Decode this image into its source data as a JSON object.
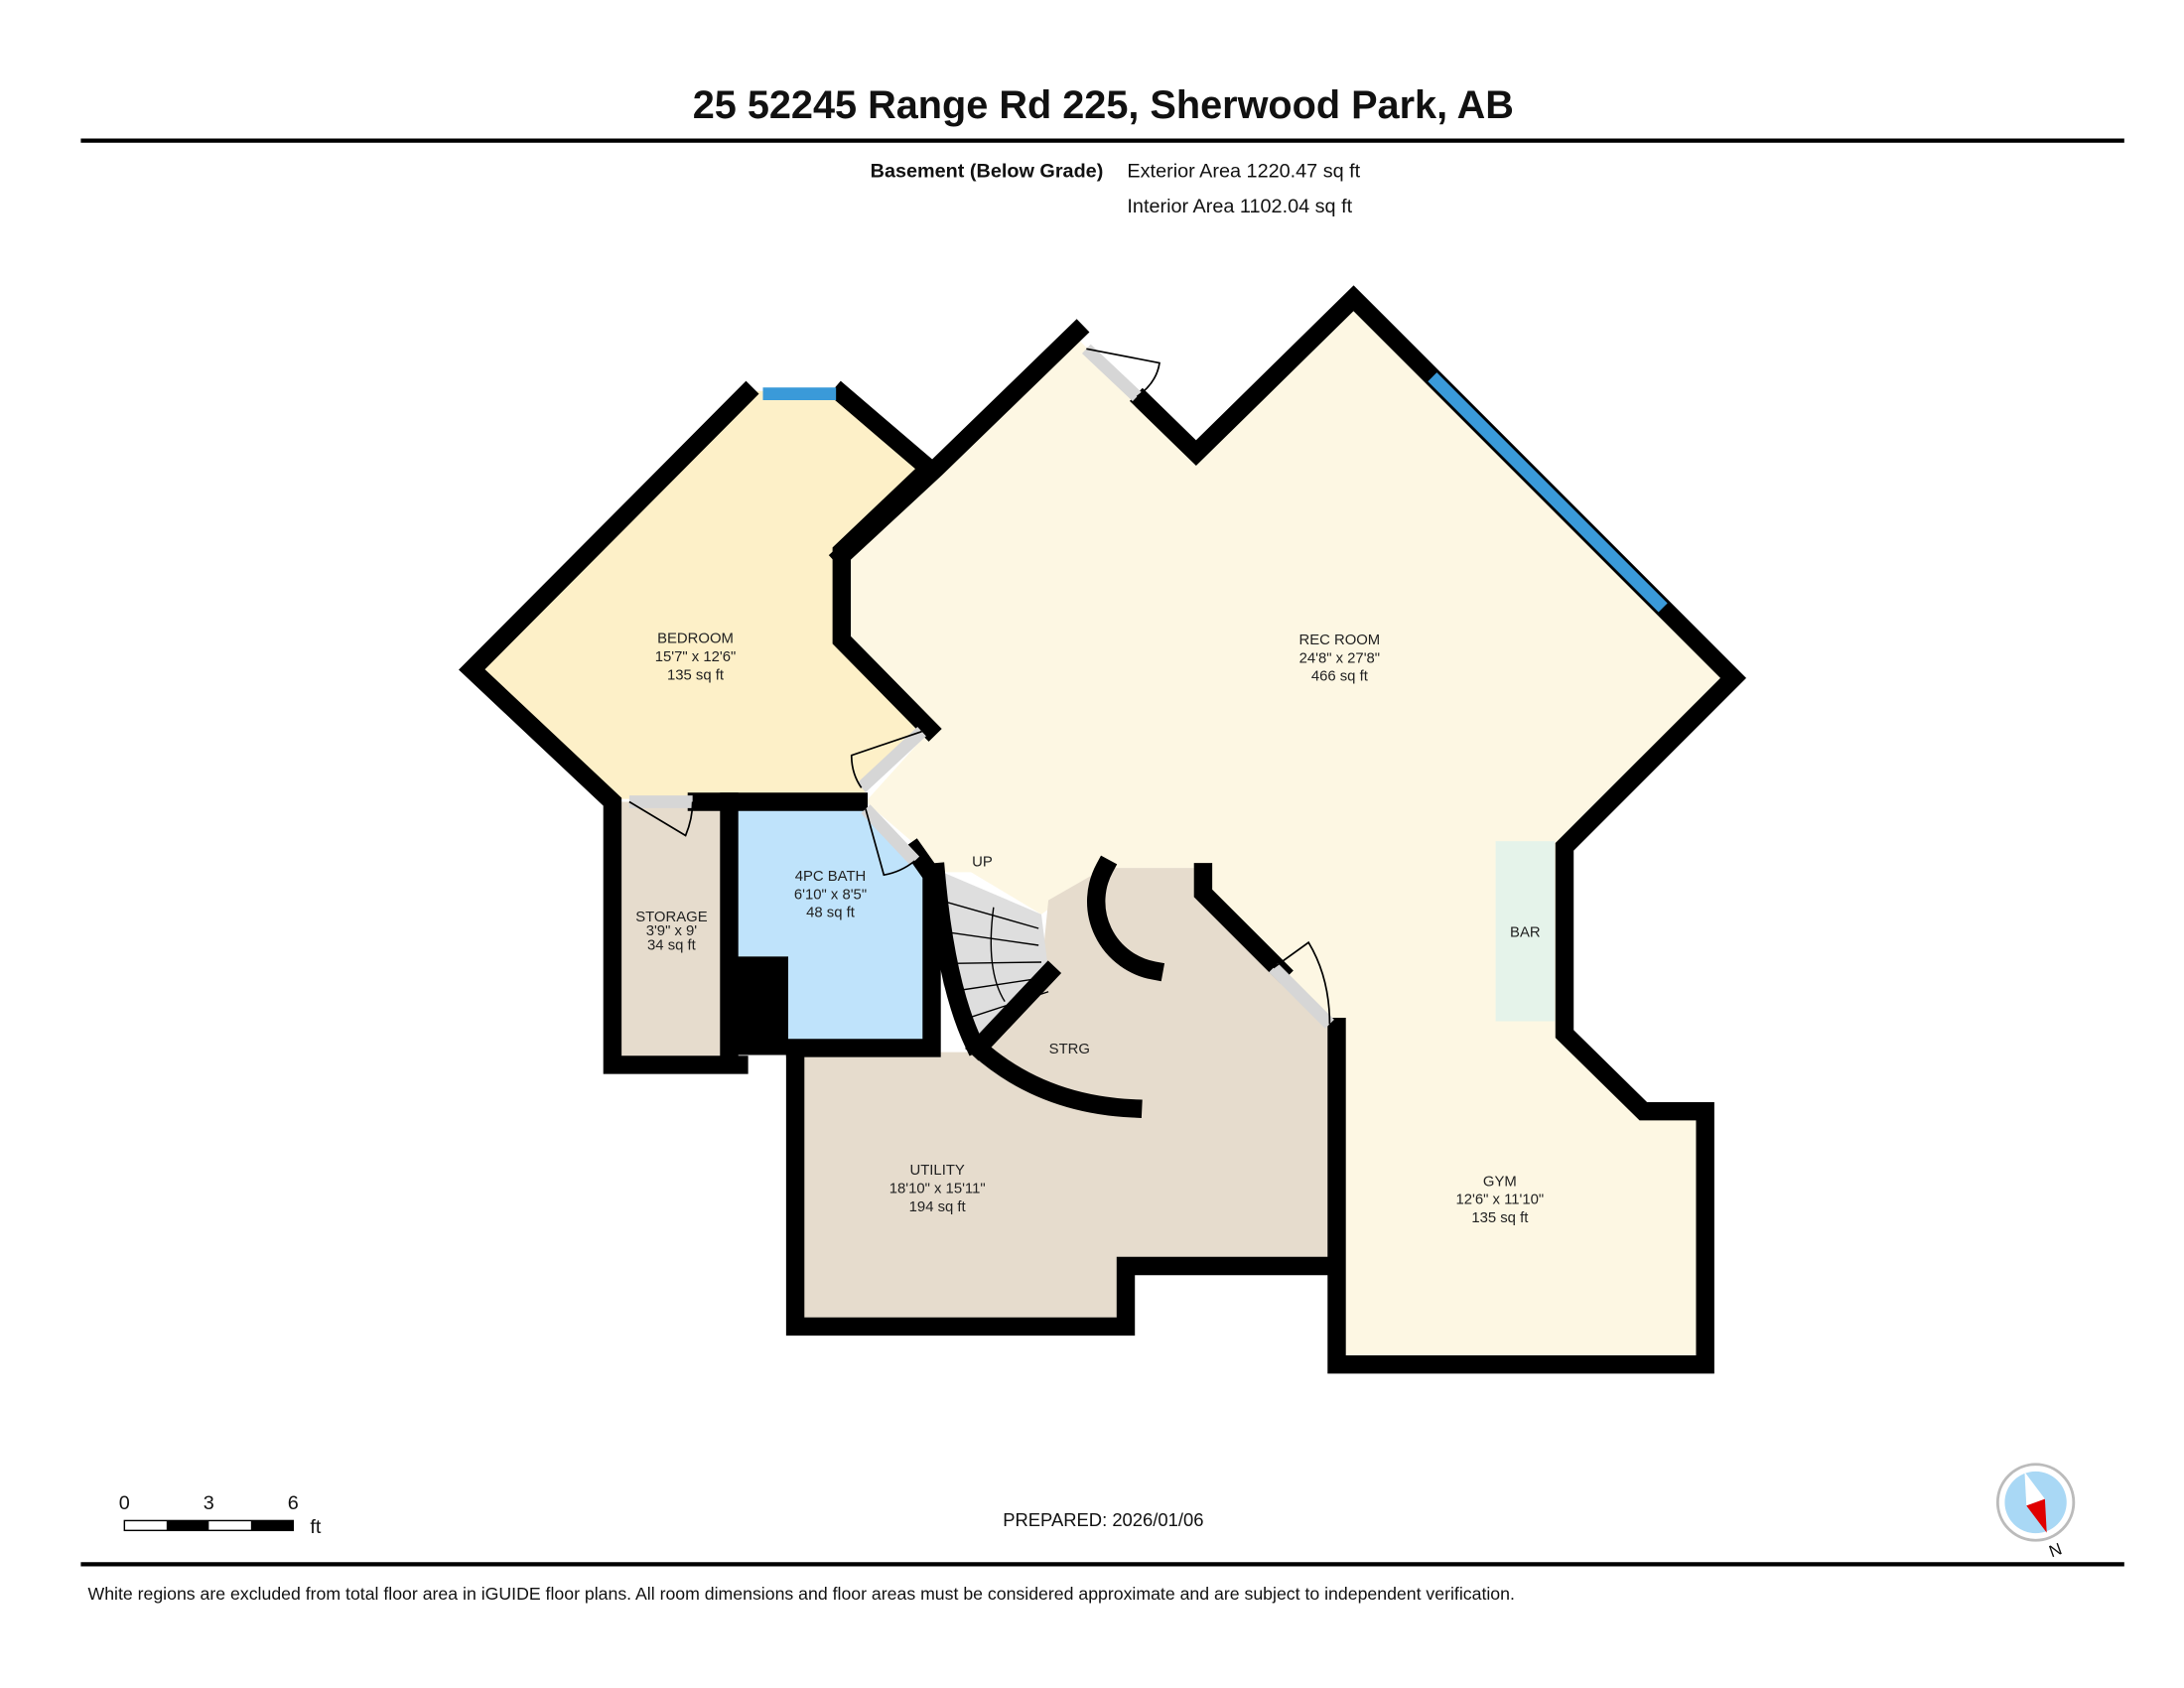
{
  "header": {
    "title": "25 52245 Range Rd 225, Sherwood Park, AB",
    "floor_label": "Basement (Below Grade)",
    "exterior_area": "Exterior Area 1220.47 sq ft",
    "interior_area": "Interior Area 1102.04 sq ft"
  },
  "rooms": [
    {
      "name": "BEDROOM",
      "dims": "15'7\" x 12'6\"",
      "area": "135 sq ft",
      "color": "#fdf0c8"
    },
    {
      "name": "REC ROOM",
      "dims": "24'8\" x 27'8\"",
      "area": "466 sq ft",
      "color": "#fdf7e3"
    },
    {
      "name": "4PC BATH",
      "dims": "6'10\" x 8'5\"",
      "area": "48 sq ft",
      "color": "#bfe3fb"
    },
    {
      "name": "STORAGE",
      "dims": "3'9\" x 9'",
      "area": "34 sq ft",
      "color": "#e6dccd"
    },
    {
      "name": "UTILITY",
      "dims": "18'10\" x 15'11\"",
      "area": "194 sq ft",
      "color": "#e6dccd"
    },
    {
      "name": "GYM",
      "dims": "12'6\" x 11'10\"",
      "area": "135 sq ft",
      "color": "#fdf7e3"
    }
  ],
  "labels": {
    "up": "UP",
    "strg": "STRG",
    "bar": "BAR"
  },
  "colors": {
    "window": "#3a9ad9",
    "bar": "#e5f3ea",
    "stairs": "#dedede",
    "compass_needle": "#e00000",
    "compass_face": "#a9d8f5"
  },
  "scale": {
    "ticks": [
      "0",
      "3",
      "6"
    ],
    "unit": "ft"
  },
  "prepared": "PREPARED: 2026/01/06",
  "compass": {
    "label": "N",
    "icon": "compass-icon"
  },
  "footer": {
    "disclaimer": "White regions are excluded from total floor area in iGUIDE floor plans. All room dimensions and floor areas must be considered approximate and are subject to independent verification."
  }
}
